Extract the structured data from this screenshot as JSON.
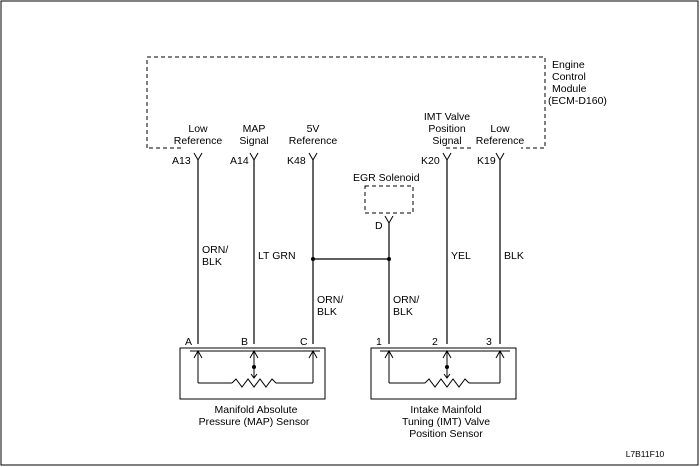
{
  "ecm": {
    "title_line1": "Engine",
    "title_line2": "Control",
    "title_line3": "Module",
    "title_line4": "(ECM-D160)",
    "pins": [
      {
        "label1": "Low",
        "label2": "Reference",
        "pin": "A13"
      },
      {
        "label1": "MAP",
        "label2": "Signal",
        "pin": "A14"
      },
      {
        "label1": "5V",
        "label2": "Reference",
        "pin": "K48"
      },
      {
        "label1": "IMT Valve",
        "label2": "Position",
        "label3": "Signal",
        "pin": "K20"
      },
      {
        "label1": "Low",
        "label2": "Reference",
        "pin": "K19"
      }
    ]
  },
  "egr": {
    "title": "EGR Solenoid",
    "pin": "D"
  },
  "wires": {
    "w1_line1": "ORN/",
    "w1_line2": "BLK",
    "w2": "LT GRN",
    "w3_line1": "ORN/",
    "w3_line2": "BLK",
    "w4_line1": "ORN/",
    "w4_line2": "BLK",
    "w5": "YEL",
    "w6": "BLK"
  },
  "map_sensor": {
    "pins": [
      "A",
      "B",
      "C"
    ],
    "title_line1": "Manifold Absolute",
    "title_line2": "Pressure (MAP) Sensor"
  },
  "imt_sensor": {
    "pins": [
      "1",
      "2",
      "3"
    ],
    "title_line1": "Intake Mainfold",
    "title_line2": "Tuning (IMT) Valve",
    "title_line3": "Position Sensor"
  },
  "figure_code": "L7B11F10"
}
